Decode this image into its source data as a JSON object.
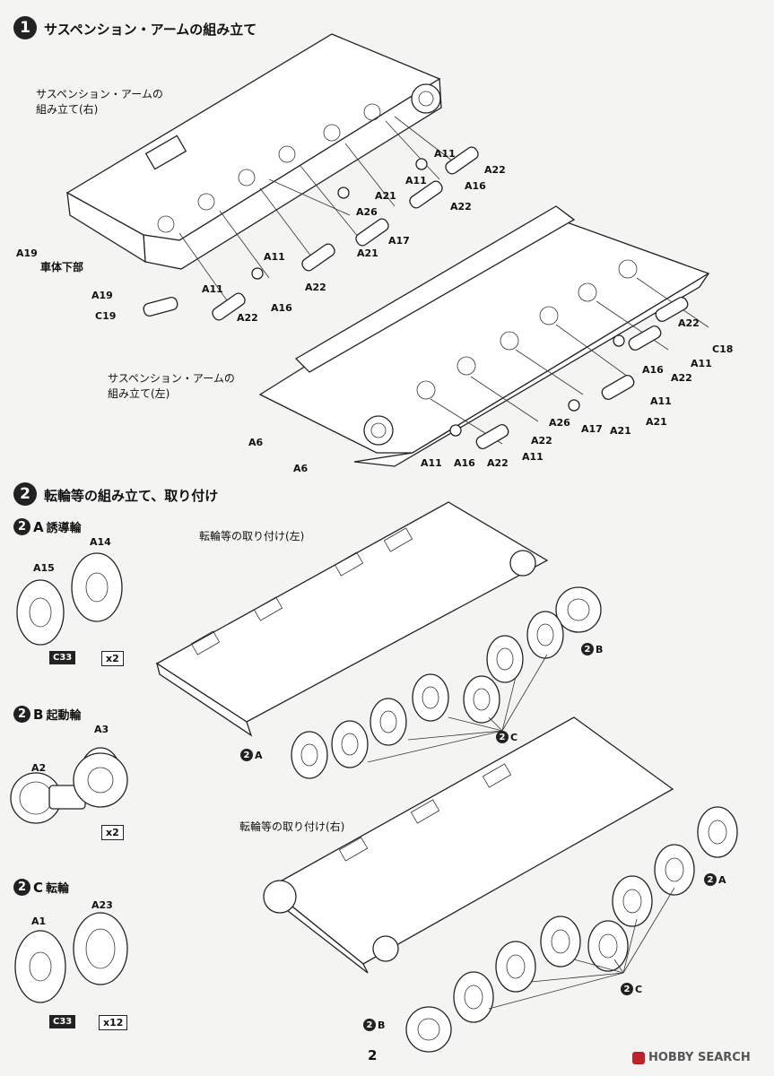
{
  "page_number": "2",
  "watermark": "HOBBY SEARCH",
  "step1": {
    "number": "1",
    "title": "サスペンション・アームの組み立て",
    "right_caption": [
      "サスペンション・アームの",
      "組み立て(右)"
    ],
    "left_caption": [
      "サスペンション・アームの",
      "組み立て(左)"
    ],
    "hull_label": "車体下部",
    "right_parts": [
      "A11",
      "A22",
      "A11",
      "A16",
      "A21",
      "A22",
      "A26",
      "A17",
      "A11",
      "A21",
      "A22",
      "A16",
      "A11",
      "A22",
      "A19",
      "A19",
      "C19"
    ],
    "left_parts": [
      "A22",
      "C18",
      "A16",
      "A11",
      "A22",
      "A11",
      "A21",
      "A26",
      "A17",
      "A21",
      "A22",
      "A11",
      "A16",
      "A22",
      "A11",
      "A6",
      "A6"
    ]
  },
  "step2": {
    "number": "2",
    "title": "転輪等の組み立て、取り付け",
    "left_caption": "転輪等の取り付け(左)",
    "right_caption": "転輪等の取り付け(右)",
    "sub_a": {
      "badge": "2",
      "letter": "A",
      "name": "誘導輪",
      "parts": [
        "A14",
        "A15"
      ],
      "part_c": "C33",
      "qty": "x2"
    },
    "sub_b": {
      "badge": "2",
      "letter": "B",
      "name": "起動輪",
      "parts": [
        "A3",
        "A2"
      ],
      "qty": "x2"
    },
    "sub_c": {
      "badge": "2",
      "letter": "C",
      "name": "転輪",
      "parts": [
        "A23",
        "A1"
      ],
      "part_c": "C33",
      "qty": "x12"
    },
    "callouts": {
      "a": "A",
      "b": "B",
      "c": "C"
    }
  }
}
